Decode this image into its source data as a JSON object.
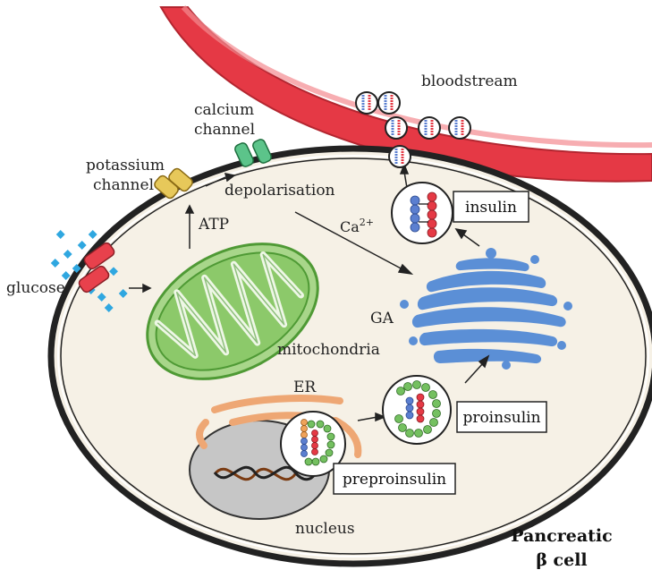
{
  "labels": {
    "bloodstream": "bloodstream",
    "calcium_channel_line1": "calcium",
    "calcium_channel_line2": "channel",
    "potassium_channel_line1": "potassium",
    "potassium_channel_line2": "channel",
    "depolarisation": "depolarisation",
    "atp": "ATP",
    "calcium_ion": "Ca",
    "calcium_charge": "2+",
    "glucose": "glucose",
    "mitochondria": "mitochondria",
    "ga": "GA",
    "er": "ER",
    "nucleus": "nucleus",
    "insulin": "insulin",
    "proinsulin": "proinsulin",
    "preproinsulin": "preproinsulin",
    "cell_title_line1": "Pancreatic",
    "cell_title_line2": "β cell"
  },
  "colors": {
    "blood_vessel": "#e53945",
    "blood_vessel_light": "#f48a90",
    "cytoplasm": "#f6f1e6",
    "membrane": "#222222",
    "mitochondria_fill": "#9fd07f",
    "mitochondria_stroke": "#4f9a35",
    "golgi": "#5b8fd6",
    "er": "#eea774",
    "nucleus": "#c4c4c4",
    "glucose": "#2fa7e0",
    "glucose_transporter": "#e8414c",
    "potassium_channel": "#e7c85a",
    "calcium_channel": "#5cc48a",
    "insulin_chain_a": "#e53945",
    "insulin_chain_b": "#5b7fd0",
    "c_peptide": "#74c060"
  }
}
